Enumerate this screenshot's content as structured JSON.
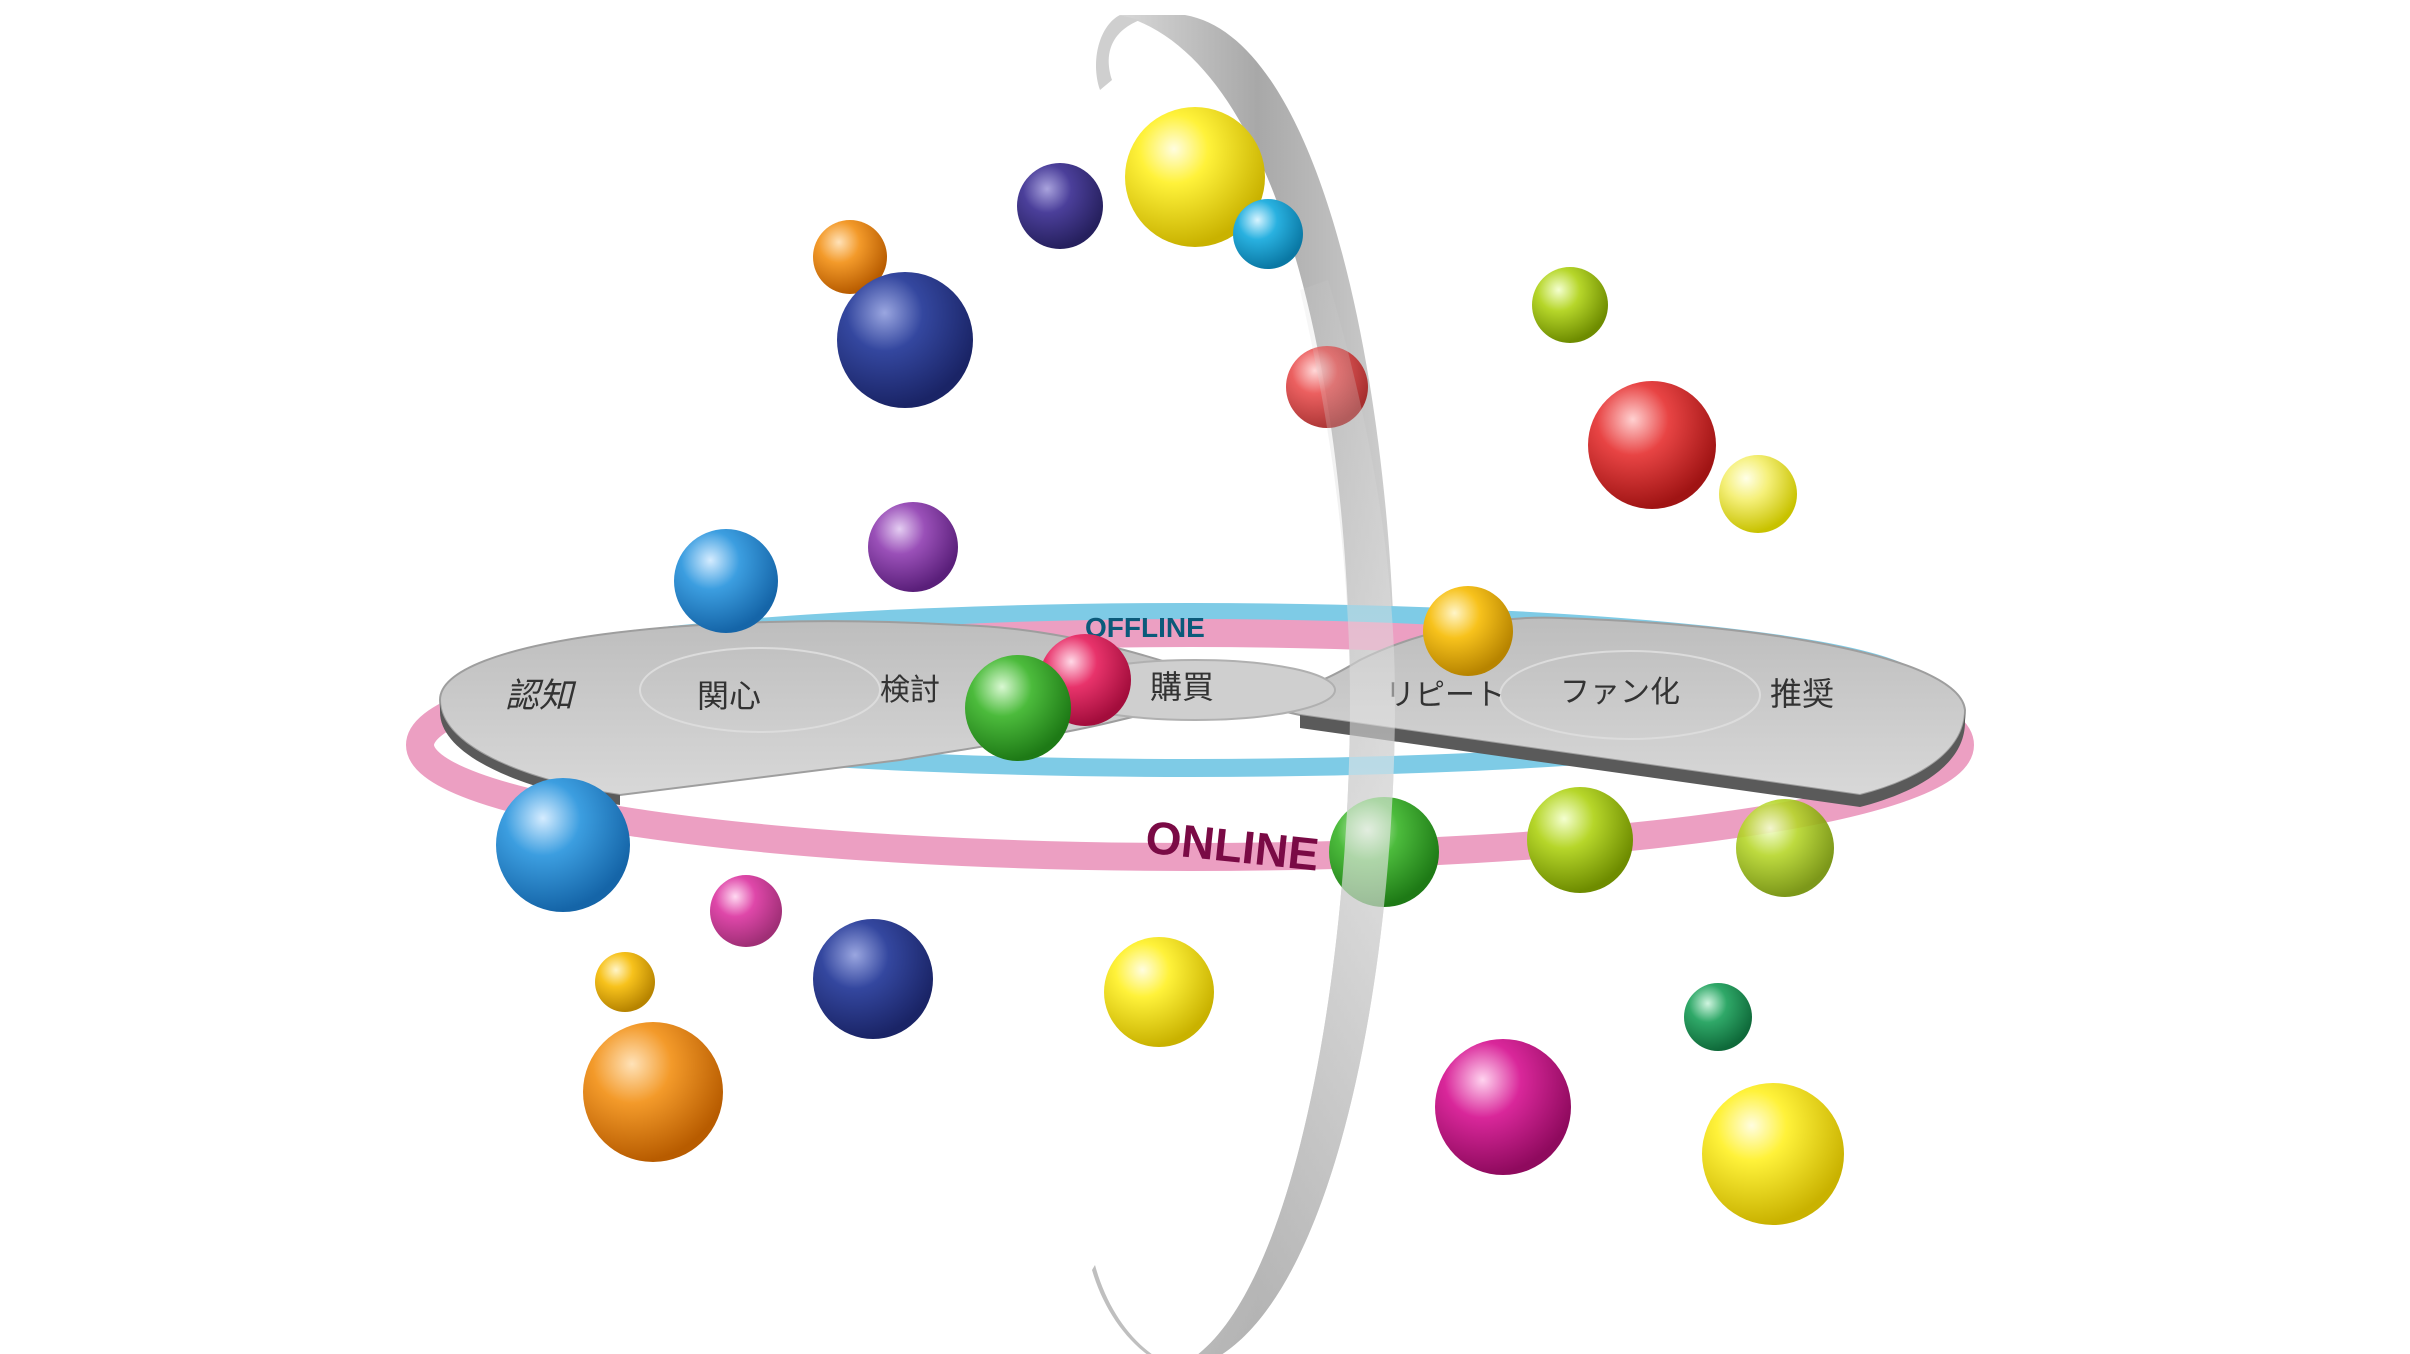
{
  "diagram": {
    "ring_labels": {
      "offline": "OFFLINE",
      "online": "ONLINE"
    },
    "stages": [
      {
        "key": "ninchi",
        "label": "認知"
      },
      {
        "key": "kanshin",
        "label": "関心"
      },
      {
        "key": "kento",
        "label": "検討"
      },
      {
        "key": "konyu",
        "label": "購買"
      },
      {
        "key": "repeat",
        "label": "リピート"
      },
      {
        "key": "fan",
        "label": "ファン化"
      },
      {
        "key": "suisho",
        "label": "推奨"
      }
    ],
    "colors": {
      "offline_ring": "#7ecbe6",
      "online_ring": "#ec9fc2",
      "disc": "#c9c9c9",
      "disc_edge": "#5a5a5a",
      "vertical_ring": "#bdbdbd",
      "online_text": "#7a0a45",
      "offline_text": "#0b5a7a"
    },
    "sphere_colors": [
      "yellow",
      "blue",
      "orange",
      "navy",
      "cyan",
      "lime",
      "red",
      "purple",
      "green",
      "magenta",
      "teal"
    ]
  }
}
